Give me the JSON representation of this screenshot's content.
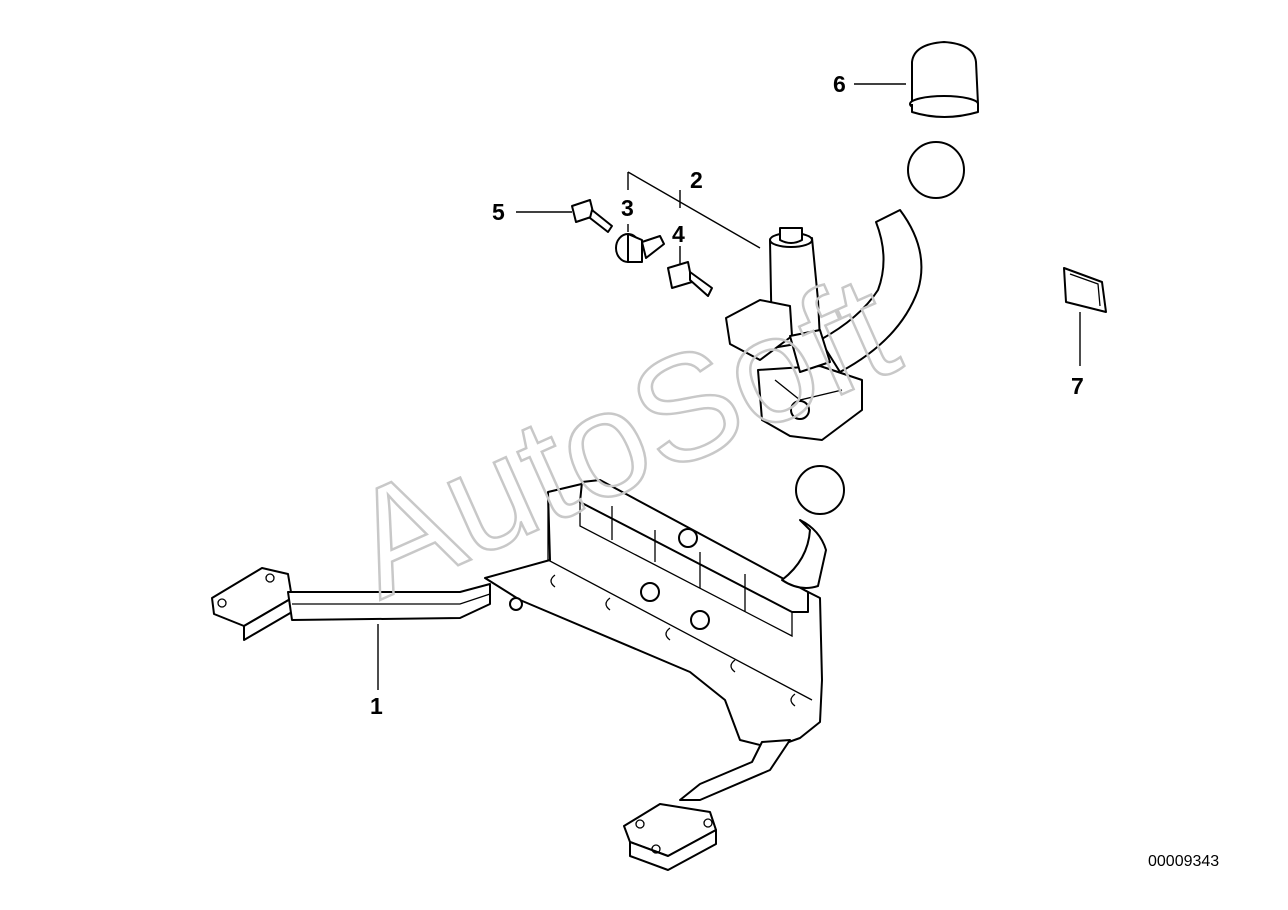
{
  "watermark": "AutoSoft",
  "document_number": "00009343",
  "callouts": {
    "c1": "1",
    "c2": "2",
    "c3": "3",
    "c4": "4",
    "c5": "5",
    "c6": "6",
    "c7": "7"
  }
}
